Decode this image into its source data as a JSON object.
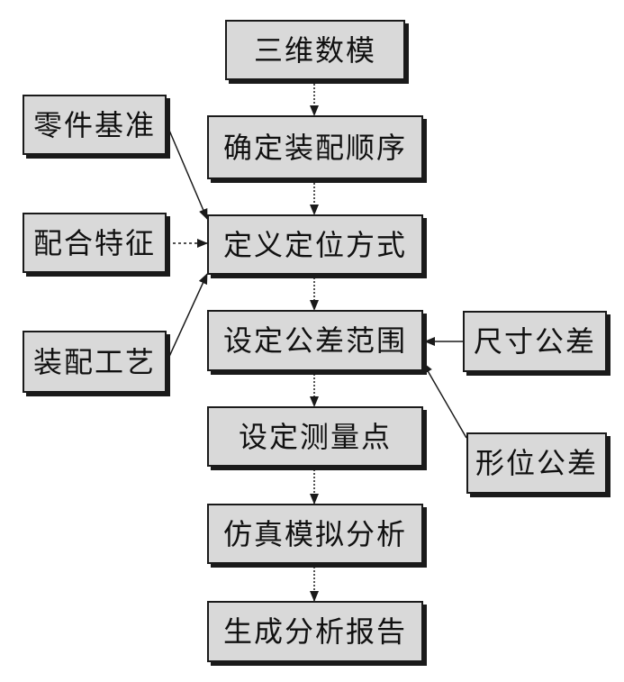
{
  "colors": {
    "box_fill": "#d9d9d9",
    "border": "#1a1a1a",
    "text": "#111111"
  },
  "nodes": {
    "sanwei_shumo": "三维数模",
    "queding_zhuangpei_shunxu": "确定装配顺序",
    "dingyi_dingwei_fangshi": "定义定位方式",
    "sheding_gongcha_fanwei": "设定公差范围",
    "sheding_celiangdian": "设定测量点",
    "fangzhen_moni_fenxi": "仿真模拟分析",
    "shengcheng_fenxi_baogao": "生成分析报告",
    "lingjian_jizhun": "零件基准",
    "peihe_tezheng": "配合特征",
    "zhuangpei_gongyi": "装配工艺",
    "chicun_gongcha": "尺寸公差",
    "xingwei_gongcha": "形位公差"
  },
  "edges": [
    {
      "from": "sanwei_shumo",
      "to": "queding_zhuangpei_shunxu"
    },
    {
      "from": "queding_zhuangpei_shunxu",
      "to": "dingyi_dingwei_fangshi"
    },
    {
      "from": "dingyi_dingwei_fangshi",
      "to": "sheding_gongcha_fanwei"
    },
    {
      "from": "sheding_gongcha_fanwei",
      "to": "sheding_celiangdian"
    },
    {
      "from": "sheding_celiangdian",
      "to": "fangzhen_moni_fenxi"
    },
    {
      "from": "fangzhen_moni_fenxi",
      "to": "shengcheng_fenxi_baogao"
    },
    {
      "from": "lingjian_jizhun",
      "to": "dingyi_dingwei_fangshi"
    },
    {
      "from": "peihe_tezheng",
      "to": "dingyi_dingwei_fangshi"
    },
    {
      "from": "zhuangpei_gongyi",
      "to": "dingyi_dingwei_fangshi"
    },
    {
      "from": "chicun_gongcha",
      "to": "sheding_gongcha_fanwei"
    },
    {
      "from": "xingwei_gongcha",
      "to": "sheding_gongcha_fanwei"
    }
  ]
}
